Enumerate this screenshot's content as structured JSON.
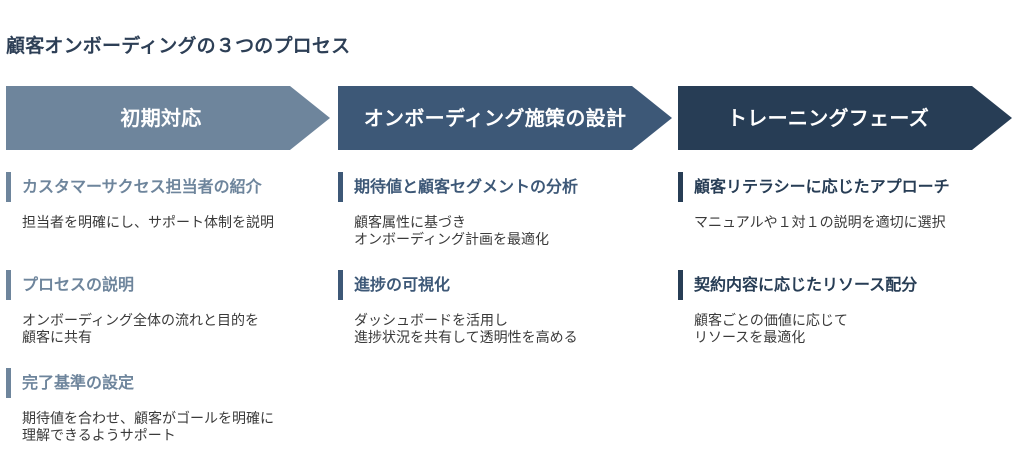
{
  "page": {
    "title": "顧客オンボーディングの３つのプロセス"
  },
  "colors": {
    "phase1": "#6e859c",
    "phase2": "#3d5877",
    "phase3": "#273d55",
    "item_title_phase1": "#6e859c",
    "item_title_phase2": "#3d5877",
    "item_title_phase3": "#273d55"
  },
  "phases": [
    {
      "label": "初期対応",
      "items": [
        {
          "title": "カスタマーサクセス担当者の紹介",
          "description": "担当者を明確にし、サポート体制を説明"
        },
        {
          "title": "プロセスの説明",
          "description": "オンボーディング全体の流れと目的を\n顧客に共有"
        },
        {
          "title": "完了基準の設定",
          "description": "期待値を合わせ、顧客がゴールを明確に\n理解できるようサポート"
        }
      ]
    },
    {
      "label": "オンボーディング施策の設計",
      "items": [
        {
          "title": "期待値と顧客セグメントの分析",
          "description": "顧客属性に基づき\nオンボーディング計画を最適化"
        },
        {
          "title": "進捗の可視化",
          "description": "ダッシュボードを活用し\n進捗状況を共有して透明性を高める"
        }
      ]
    },
    {
      "label": "トレーニングフェーズ",
      "items": [
        {
          "title": "顧客リテラシーに応じたアプローチ",
          "description": "マニュアルや１対１の説明を適切に選択"
        },
        {
          "title": "契約内容に応じたリソース配分",
          "description": "顧客ごとの価値に応じて\nリソースを最適化"
        }
      ]
    }
  ]
}
